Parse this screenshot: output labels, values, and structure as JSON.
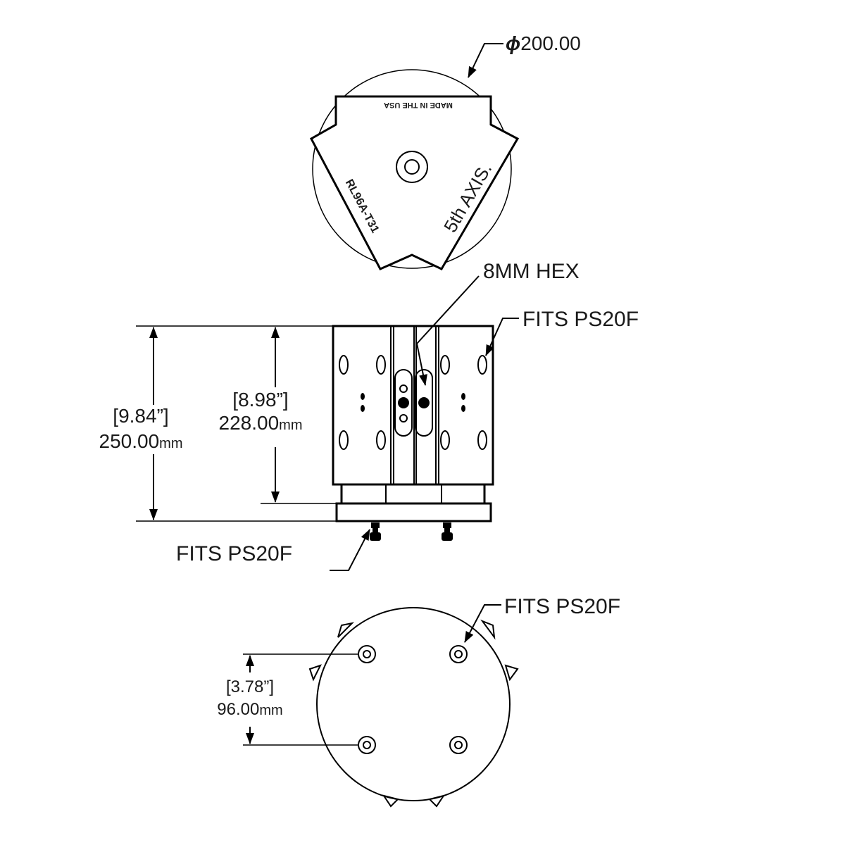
{
  "top_view": {
    "diameter_label": "200.00",
    "diameter_symbol": "ϕ",
    "engraving_made_in": "MADE IN THE USA",
    "engraving_part": "RL96A-T31",
    "logo_text": "5th AXIS."
  },
  "side_view": {
    "hex_label": "8MM HEX",
    "fits_top_label": "FITS PS20F",
    "fits_bottom_label": "FITS PS20F",
    "overall_height_in": "[9.84”]",
    "overall_height_mm": "250.00",
    "body_height_in": "[8.98”]",
    "body_height_mm": "228.00",
    "unit": "mm"
  },
  "bottom_view": {
    "fits_label": "FITS PS20F",
    "spacing_in": "[3.78”]",
    "spacing_mm": "96.00",
    "unit": "mm"
  },
  "colors": {
    "line": "#000000",
    "background": "#ffffff"
  }
}
